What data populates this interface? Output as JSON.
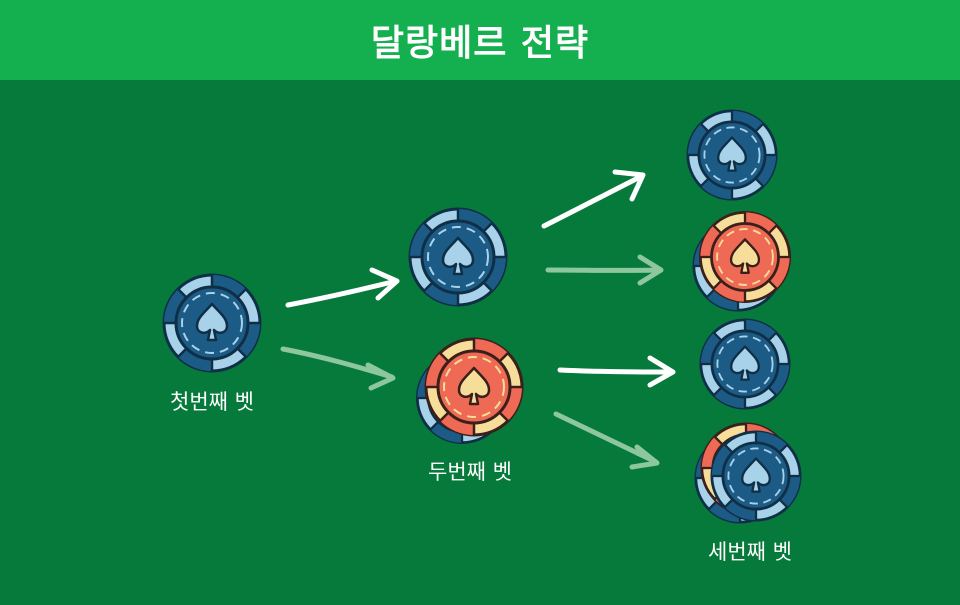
{
  "title": "달랑베르 전략",
  "labels": {
    "first_bet": "첫번째 벳",
    "second_bet": "두번째 벳",
    "third_bet": "세번째 벳"
  },
  "colors": {
    "header": "#14b04f",
    "background": "#067a3a",
    "blue_chip": "#1d5b87",
    "blue_chip_light": "#a8d2ea",
    "red_chip": "#ee6a55",
    "red_chip_light": "#f6de9a",
    "arrow_win": "#ffffff",
    "arrow_lose": "#8ec79e"
  },
  "icons": [
    "spade-icon",
    "poker-chip-icon",
    "arrow-icon"
  ]
}
